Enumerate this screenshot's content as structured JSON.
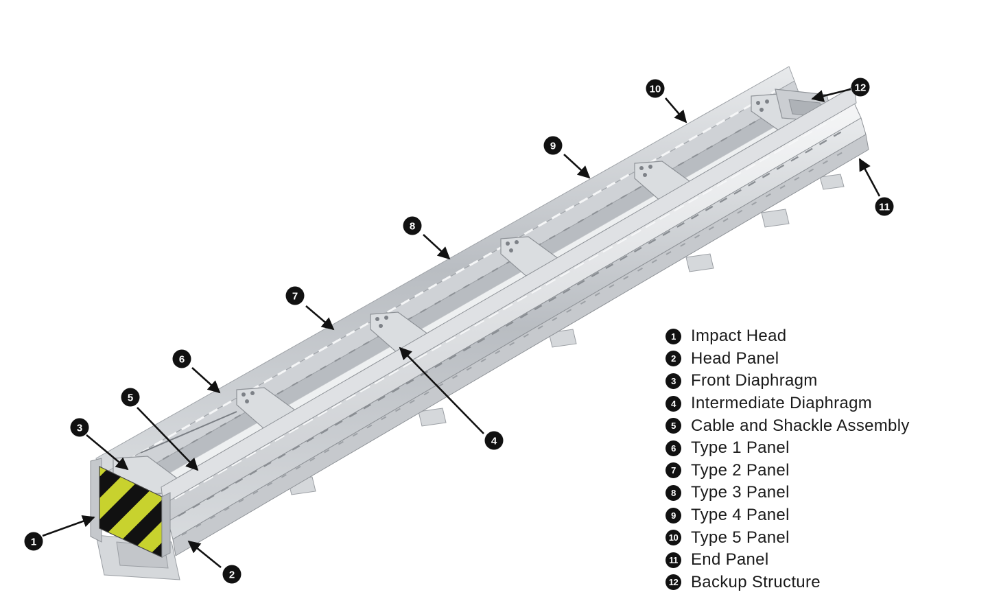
{
  "legend": {
    "items": [
      {
        "number": "1",
        "label": "Impact Head"
      },
      {
        "number": "2",
        "label": "Head Panel"
      },
      {
        "number": "3",
        "label": "Front Diaphragm"
      },
      {
        "number": "4",
        "label": "Intermediate Diaphragm"
      },
      {
        "number": "5",
        "label": "Cable and Shackle Assembly"
      },
      {
        "number": "6",
        "label": "Type 1 Panel"
      },
      {
        "number": "7",
        "label": "Type 2 Panel"
      },
      {
        "number": "8",
        "label": "Type 3 Panel"
      },
      {
        "number": "9",
        "label": "Type 4 Panel"
      },
      {
        "number": "10",
        "label": "Type 5 Panel"
      },
      {
        "number": "11",
        "label": "End Panel"
      },
      {
        "number": "12",
        "label": "Backup Structure"
      }
    ]
  },
  "callouts": [
    "1",
    "2",
    "3",
    "4",
    "5",
    "6",
    "7",
    "8",
    "9",
    "10",
    "11",
    "12"
  ],
  "colors": {
    "steel_light": "#e4e6e8",
    "steel_mid": "#c2c5c9",
    "steel_dark": "#8f9399",
    "hazard_yellow": "#c8d22e",
    "hazard_black": "#111111",
    "callout_badge": "#111111"
  }
}
